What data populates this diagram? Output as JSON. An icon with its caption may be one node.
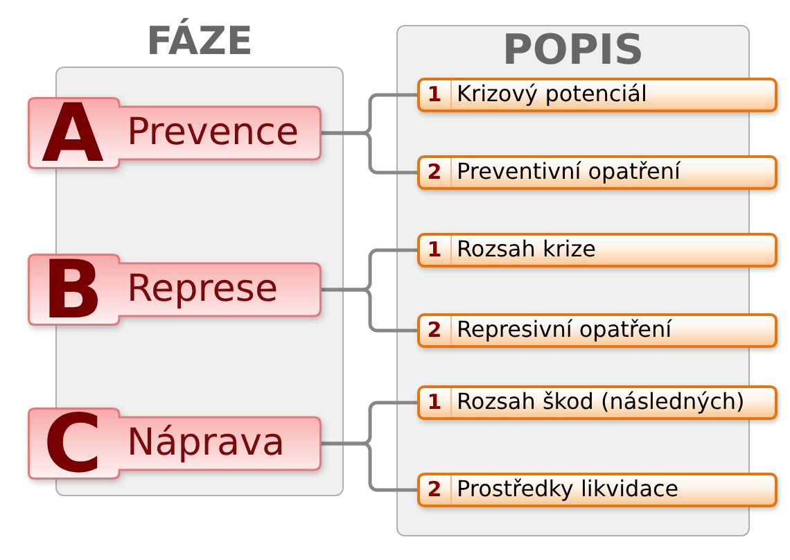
{
  "diagram": {
    "nodes": [
      {
        "text": [
          "FÁZE"
        ]
      },
      {
        "text": [
          "POPIS"
        ]
      },
      {
        "text": [
          "A",
          "Prevence"
        ],
        "in": 0
      },
      {
        "text": [
          "1",
          "Krizový potenciál"
        ],
        "in": 1
      },
      {
        "text": [
          "2",
          "Preventivní opatření"
        ],
        "in": 1
      },
      {
        "text": [
          "B",
          "Represe"
        ],
        "in": 0
      },
      {
        "text": [
          "1",
          "Rozsah krize"
        ],
        "in": 1
      },
      {
        "text": [
          "2",
          "Represivní opatření"
        ],
        "in": 1
      },
      {
        "text": [
          "C",
          "Náprava"
        ],
        "in": 0
      },
      {
        "text": [
          "1",
          "Rozsah škod (následných)"
        ],
        "in": 1
      },
      {
        "text": [
          "2",
          "Prostředky likvidace"
        ],
        "in": 1
      }
    ],
    "edges": [
      {
        "from": 2,
        "to": 3,
        "arrow": "none"
      },
      {
        "from": 2,
        "to": 4,
        "arrow": "none"
      },
      {
        "from": 5,
        "to": 6,
        "arrow": "none"
      },
      {
        "from": 5,
        "to": 7,
        "arrow": "none"
      },
      {
        "from": 8,
        "to": 9,
        "arrow": "none"
      },
      {
        "from": 8,
        "to": 10,
        "arrow": "none"
      }
    ]
  }
}
